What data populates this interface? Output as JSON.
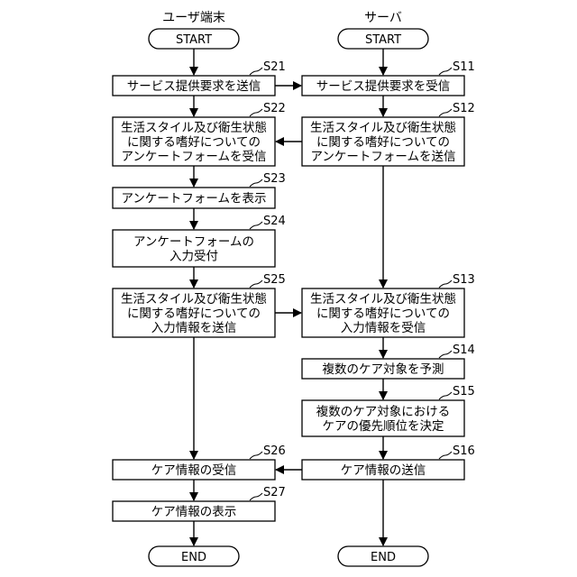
{
  "columns": {
    "left": "ユーザ端末",
    "right": "サーバ"
  },
  "terminals": {
    "start": "START",
    "end": "END"
  },
  "left_steps": [
    {
      "id": "S21",
      "lines": [
        "サービス提供要求を送信"
      ]
    },
    {
      "id": "S22",
      "lines": [
        "生活スタイル及び衛生状態",
        "に関する嗜好についての",
        "アンケートフォームを受信"
      ]
    },
    {
      "id": "S23",
      "lines": [
        "アンケートフォームを表示"
      ]
    },
    {
      "id": "S24",
      "lines": [
        "アンケートフォームの",
        "入力受付"
      ]
    },
    {
      "id": "S25",
      "lines": [
        "生活スタイル及び衛生状態",
        "に関する嗜好についての",
        "入力情報を送信"
      ]
    },
    {
      "id": "S26",
      "lines": [
        "ケア情報の受信"
      ]
    },
    {
      "id": "S27",
      "lines": [
        "ケア情報の表示"
      ]
    }
  ],
  "right_steps": [
    {
      "id": "S11",
      "lines": [
        "サービス提供要求を受信"
      ]
    },
    {
      "id": "S12",
      "lines": [
        "生活スタイル及び衛生状態",
        "に関する嗜好についての",
        "アンケートフォームを送信"
      ]
    },
    {
      "id": "S13",
      "lines": [
        "生活スタイル及び衛生状態",
        "に関する嗜好についての",
        "入力情報を受信"
      ]
    },
    {
      "id": "S14",
      "lines": [
        "複数のケア対象を予測"
      ]
    },
    {
      "id": "S15",
      "lines": [
        "複数のケア対象における",
        "ケアの優先順位を決定"
      ]
    },
    {
      "id": "S16",
      "lines": [
        "ケア情報の送信"
      ]
    }
  ]
}
